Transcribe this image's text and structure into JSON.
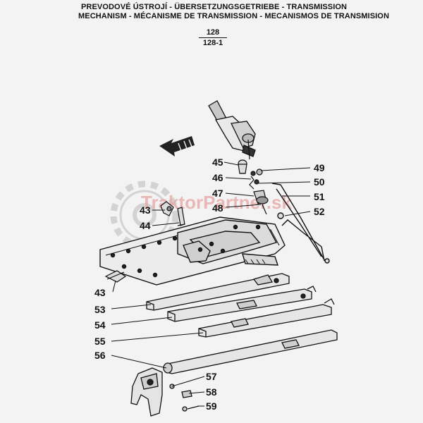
{
  "header": {
    "line1": "PREVODOVÉ ÚSTROJÍ - ÜBERSETZUNGSGETRIEBE - TRANSMISSION",
    "line2": "MECHANISM - MÉCANISME DE TRANSMISSION - MECANISMOS DE TRANSMISION",
    "ref_top": "128",
    "ref_bottom": "128-1"
  },
  "watermark": "TraktorPartner.sk",
  "callouts": {
    "c45": "45",
    "c46": "46",
    "c47": "47",
    "c48": "48",
    "c49": "49",
    "c50": "50",
    "c51": "51",
    "c52": "52",
    "c43a": "43",
    "c44": "44",
    "c43b": "43",
    "c53": "53",
    "c54": "54",
    "c55": "55",
    "c56": "56",
    "c57": "57",
    "c58": "58",
    "c59": "59"
  }
}
